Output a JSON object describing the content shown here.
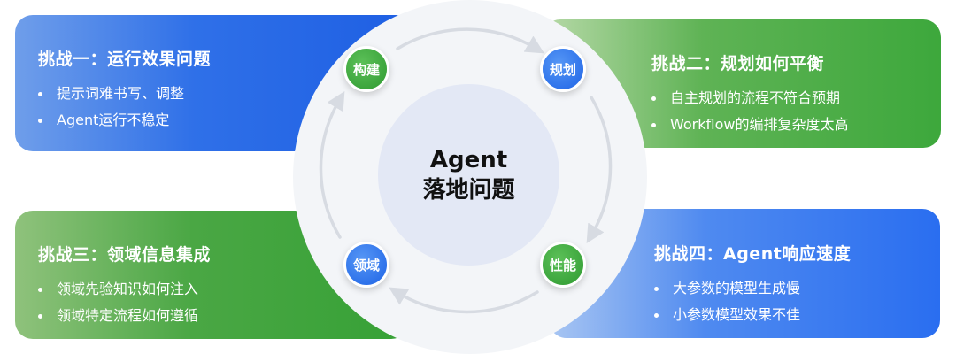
{
  "center": {
    "line1": "Agent",
    "line2": "落地问题"
  },
  "nodes": {
    "build": "构建",
    "plan": "规划",
    "performance": "性能",
    "domain": "领域"
  },
  "cards": {
    "top_left": {
      "title": "挑战一：运行效果问题",
      "items": [
        "提示词难书写、调整",
        "Agent运行不稳定"
      ]
    },
    "top_right": {
      "title": "挑战二：规划如何平衡",
      "items": [
        "自主规划的流程不符合预期",
        "Workflow的编排复杂度太高"
      ]
    },
    "bottom_left": {
      "title": "挑战三：领域信息集成",
      "items": [
        "领域先验知识如何注入",
        "领域特定流程如何遵循"
      ]
    },
    "bottom_right": {
      "title": "挑战四：Agent响应速度",
      "items": [
        "大参数的模型生成慢",
        "小参数模型效果不佳"
      ]
    }
  },
  "colors": {
    "blue": "#2a6ef0",
    "green": "#3da83c",
    "ring": "#f3f5f8",
    "center": "#e3e8f5"
  }
}
